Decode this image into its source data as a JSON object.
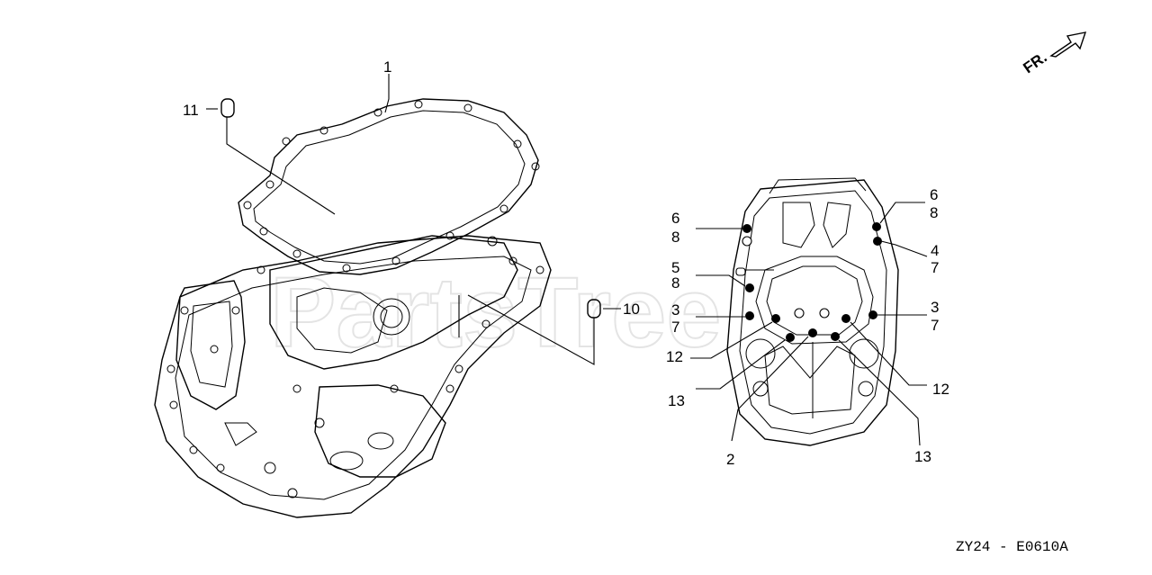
{
  "watermark": "PartsTree",
  "direction": {
    "label": "FR."
  },
  "diagram_code": "ZY24 - E0610A",
  "callouts": {
    "c1": "1",
    "c11": "11",
    "c10": "10",
    "c6a": "6",
    "c8a": "8",
    "c5": "5",
    "c8b": "8",
    "c3a": "3",
    "c7a": "7",
    "c12a": "12",
    "c13a": "13",
    "c2": "2",
    "c6b": "6",
    "c8c": "8",
    "c4": "4",
    "c7b": "7",
    "c3b": "3",
    "c7c": "7",
    "c12b": "12",
    "c13b": "13"
  }
}
